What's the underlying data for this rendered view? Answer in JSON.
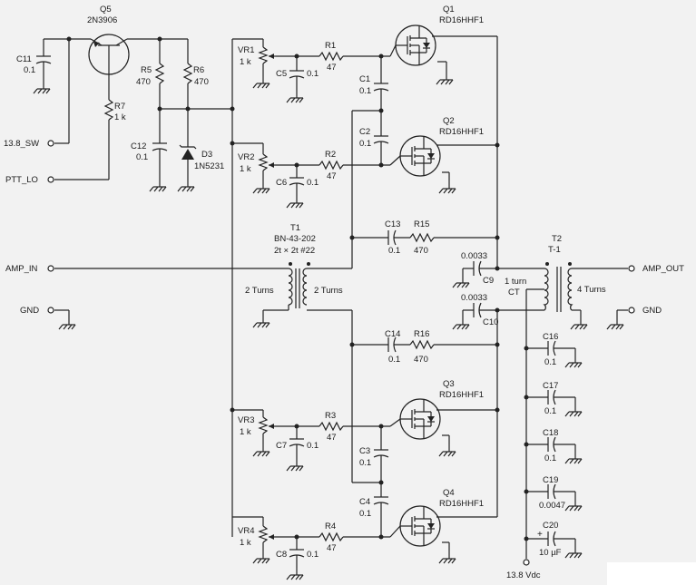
{
  "ports": {
    "sw": "13.8_SW",
    "ptt": "PTT_LO",
    "amp_in": "AMP_IN",
    "gnd_left": "GND",
    "amp_out": "AMP_OUT",
    "gnd_right": "GND",
    "vdc": "13.8 Vdc"
  },
  "q5": {
    "ref": "Q5",
    "part": "2N3906"
  },
  "q1": {
    "ref": "Q1",
    "part": "RD16HHF1"
  },
  "q2": {
    "ref": "Q2",
    "part": "RD16HHF1"
  },
  "q3": {
    "ref": "Q3",
    "part": "RD16HHF1"
  },
  "q4": {
    "ref": "Q4",
    "part": "RD16HHF1"
  },
  "c11": {
    "ref": "C11",
    "val": "0.1"
  },
  "c12": {
    "ref": "C12",
    "val": "0.1"
  },
  "r5": {
    "ref": "R5",
    "val": "470"
  },
  "r6": {
    "ref": "R6",
    "val": "470"
  },
  "r7": {
    "ref": "R7",
    "val": "1 k"
  },
  "d3": {
    "ref": "D3",
    "part": "1N5231"
  },
  "vr1": {
    "ref": "VR1",
    "val": "1 k"
  },
  "vr2": {
    "ref": "VR2",
    "val": "1 k"
  },
  "vr3": {
    "ref": "VR3",
    "val": "1 k"
  },
  "vr4": {
    "ref": "VR4",
    "val": "1 k"
  },
  "r1": {
    "ref": "R1",
    "val": "47"
  },
  "r2": {
    "ref": "R2",
    "val": "47"
  },
  "r3": {
    "ref": "R3",
    "val": "47"
  },
  "r4": {
    "ref": "R4",
    "val": "47"
  },
  "c5": {
    "ref": "C5",
    "val": "0.1"
  },
  "c6": {
    "ref": "C6",
    "val": "0.1"
  },
  "c7": {
    "ref": "C7",
    "val": "0.1"
  },
  "c8": {
    "ref": "C8",
    "val": "0.1"
  },
  "c1": {
    "ref": "C1",
    "val": "0.1"
  },
  "c2": {
    "ref": "C2",
    "val": "0.1"
  },
  "c3": {
    "ref": "C3",
    "val": "0.1"
  },
  "c4": {
    "ref": "C4",
    "val": "0.1"
  },
  "c13": {
    "ref": "C13",
    "val": "0.1"
  },
  "c14": {
    "ref": "C14",
    "val": "0.1"
  },
  "r15": {
    "ref": "R15",
    "val": "470"
  },
  "r16": {
    "ref": "R16",
    "val": "470"
  },
  "t1": {
    "ref": "T1",
    "part": "BN-43-202",
    "wind": "2t × 2t #22",
    "left": "2 Turns",
    "right": "2 Turns"
  },
  "t2": {
    "ref": "T2",
    "part": "T-1",
    "left1": "1 turn",
    "left2": "CT",
    "right": "4 Turns"
  },
  "c9": {
    "ref": "C9",
    "val": "0.0033"
  },
  "c10": {
    "ref": "C10",
    "val": "0.0033"
  },
  "c16": {
    "ref": "C16",
    "val": "0.1"
  },
  "c17": {
    "ref": "C17",
    "val": "0.1"
  },
  "c18": {
    "ref": "C18",
    "val": "0.1"
  },
  "c19": {
    "ref": "C19",
    "val": "0.0047"
  },
  "c20": {
    "ref": "C20",
    "val": "10 µF",
    "pol": "+"
  }
}
